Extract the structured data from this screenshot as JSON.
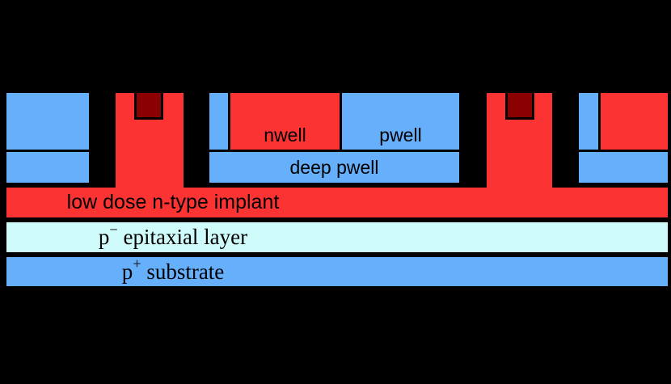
{
  "diagram": {
    "background_color": "#000000",
    "outline_color": "#000000",
    "region_colors": {
      "n_type_red": "#FC3333",
      "p_well_blue": "#66AFFB",
      "contact_dark_red": "#8B0000",
      "epitaxial_cyan": "#D0FBFB",
      "label_text": "#000000"
    },
    "labels": {
      "nwell": "nwell",
      "pwell": "pwell",
      "deep_pwell": "deep pwell",
      "implant": "low dose n-type implant",
      "epitaxial_base": "p",
      "epitaxial_sup": "−",
      "epitaxial_rest": "epitaxial layer",
      "substrate_base": "p",
      "substrate_sup": "+",
      "substrate_rest": "substrate"
    }
  }
}
